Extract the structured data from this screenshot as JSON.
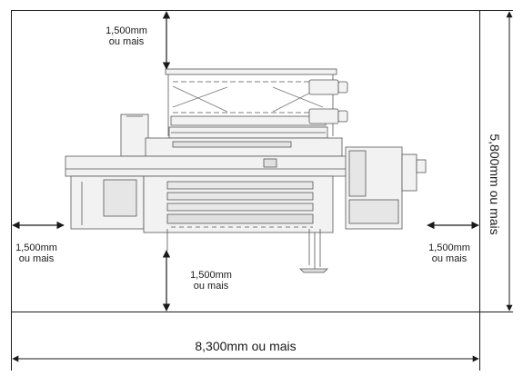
{
  "clearances": {
    "top": [
      "1,500mm",
      "ou mais"
    ],
    "left": [
      "1,500mm",
      "ou mais"
    ],
    "right": [
      "1,500mm",
      "ou mais"
    ],
    "bottom": [
      "1,500mm",
      "ou mais"
    ]
  },
  "total_width": "8,300mm ou mais",
  "total_height": "5,800mm ou mais",
  "colors": {
    "line": "#1a1a1a",
    "machine_fill": "#f2f2f2",
    "machine_stroke": "#555555",
    "detail": "#888888"
  }
}
